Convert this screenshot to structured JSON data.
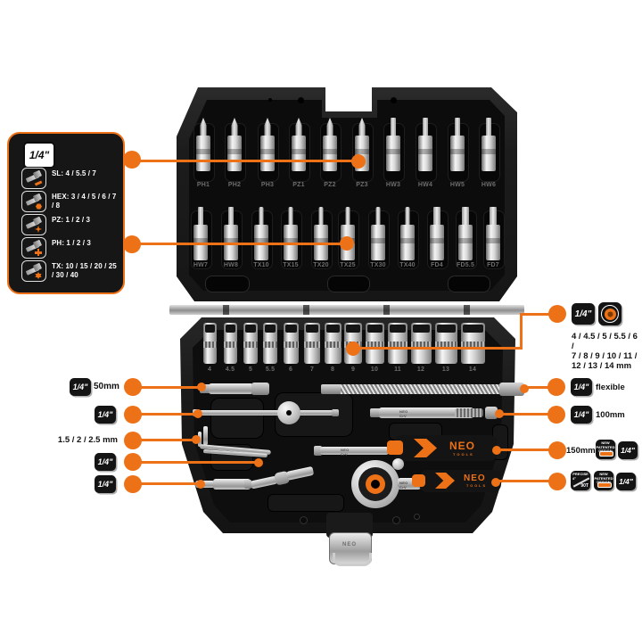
{
  "brand": {
    "name": "NEO",
    "sub": "TOOLS",
    "crv": "NEO CrV"
  },
  "ui": {
    "quarter": "1/4\""
  },
  "panel": {
    "rows": [
      {
        "icon": "sl-bit-icon",
        "label": "SL: 4 / 5.5 / 7"
      },
      {
        "icon": "hex-bit-icon",
        "label": "HEX: 3 / 4 / 5 / 6 / 7 / 8"
      },
      {
        "icon": "pz-bit-icon",
        "label": "PZ: 1 / 2 / 3"
      },
      {
        "icon": "ph-bit-icon",
        "label": "PH: 1 / 2 / 3"
      },
      {
        "icon": "tx-bit-icon",
        "label": "TX: 10 / 15 / 20 / 25 / 30 / 40"
      }
    ]
  },
  "lid": {
    "bits_row1": [
      "PH1",
      "PH2",
      "PH3",
      "PZ1",
      "PZ2",
      "PZ3",
      "HW3",
      "HW4",
      "HW5",
      "HW6"
    ],
    "bits_row2": [
      "HW7",
      "HW8",
      "TX10",
      "TX15",
      "TX20",
      "TX25",
      "TX30",
      "TX40",
      "FD4",
      "FD5.5",
      "FD7"
    ]
  },
  "base": {
    "sockets": [
      "4",
      "4.5",
      "5",
      "5.5",
      "6",
      "7",
      "8",
      "9",
      "10",
      "11",
      "12",
      "13",
      "14"
    ]
  },
  "sockets_callout": {
    "line1": "4 / 4.5 / 5 / 5.5 / 6 /",
    "line2": "7 / 8 / 9 / 10 / 11 /",
    "line3": "12 / 13 / 14 mm"
  },
  "callouts": {
    "left": {
      "c1_text": "50mm",
      "c3_text": "1.5 / 2 / 2.5 mm"
    },
    "right": {
      "c1_text": "flexible",
      "c2_text": "100mm",
      "c3_text": "150mm"
    }
  },
  "badges": {
    "npd1": "NEW",
    "npd2": "PATENTED",
    "npd3": "DESIGN",
    "precise1": "PRECISE",
    "precise2": "4°",
    "precise3": "90T"
  },
  "colors": {
    "orange": "#ed7117",
    "case_black": "#1b1b1b"
  }
}
